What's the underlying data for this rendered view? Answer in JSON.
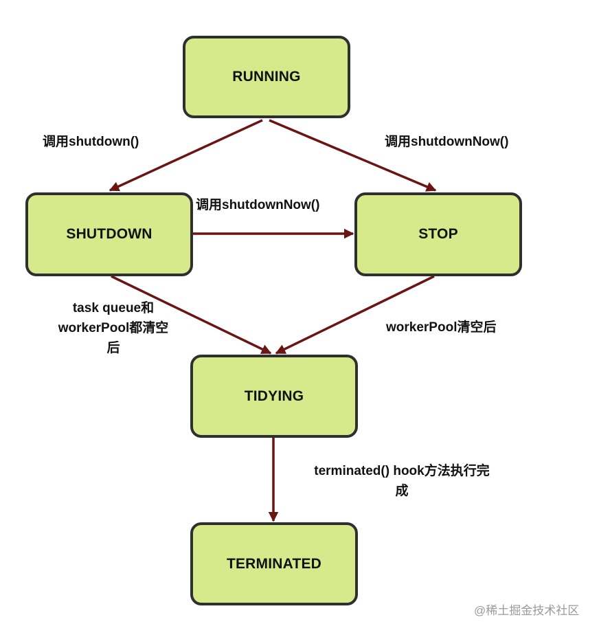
{
  "states": {
    "running": "RUNNING",
    "shutdown": "SHUTDOWN",
    "stop": "STOP",
    "tidying": "TIDYING",
    "terminated": "TERMINATED"
  },
  "transitions": {
    "running_to_shutdown": "调用shutdown()",
    "running_to_stop": "调用shutdownNow()",
    "shutdown_to_stop": "调用shutdownNow()",
    "shutdown_to_tidying": [
      "task queue和",
      "workerPool都清空",
      "后"
    ],
    "stop_to_tidying": "workerPool清空后",
    "tidying_to_terminated": [
      "terminated() hook方法执行完",
      "成"
    ]
  },
  "watermark": "@稀土掘金技术社区",
  "colors": {
    "box_fill": "#d6ea8c",
    "box_border": "#2f2f2f",
    "arrow": "#6b1414"
  }
}
